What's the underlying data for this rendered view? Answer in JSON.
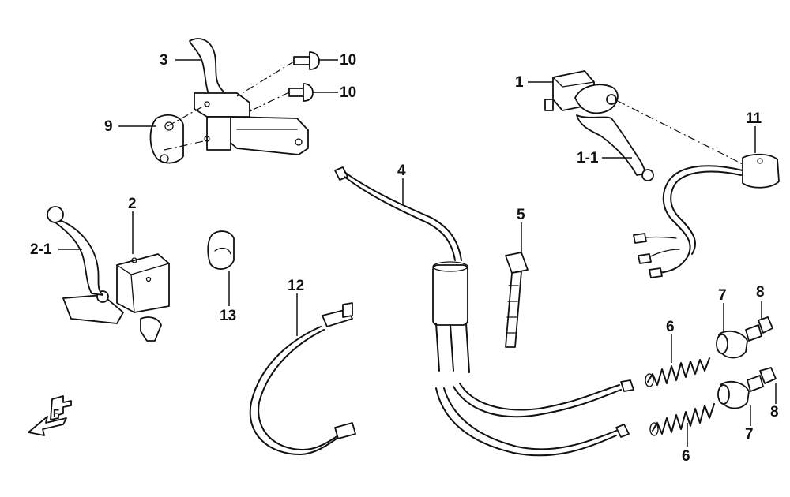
{
  "diagram": {
    "callouts": [
      {
        "id": "c3",
        "label": "3"
      },
      {
        "id": "c10a",
        "label": "10"
      },
      {
        "id": "c10b",
        "label": "10"
      },
      {
        "id": "c9",
        "label": "9"
      },
      {
        "id": "c1",
        "label": "1"
      },
      {
        "id": "c11",
        "label": "11"
      },
      {
        "id": "c1-1",
        "label": "1-1"
      },
      {
        "id": "c2",
        "label": "2"
      },
      {
        "id": "c2-1",
        "label": "2-1"
      },
      {
        "id": "c13",
        "label": "13"
      },
      {
        "id": "c4",
        "label": "4"
      },
      {
        "id": "c5",
        "label": "5"
      },
      {
        "id": "c12",
        "label": "12"
      },
      {
        "id": "c6a",
        "label": "6"
      },
      {
        "id": "c7a",
        "label": "7"
      },
      {
        "id": "c8a",
        "label": "8"
      },
      {
        "id": "c6b",
        "label": "6"
      },
      {
        "id": "c7b",
        "label": "7"
      },
      {
        "id": "c8b",
        "label": "8"
      }
    ],
    "front_marker": "F"
  }
}
